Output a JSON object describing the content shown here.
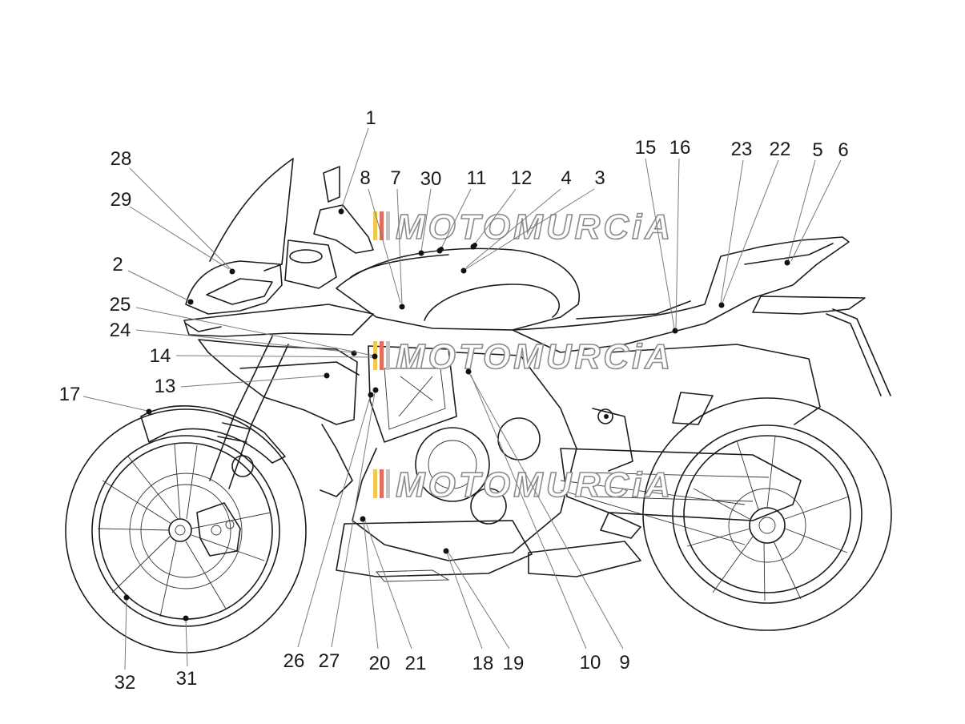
{
  "diagram": {
    "callouts": [
      {
        "id": "1",
        "label": "1"
      },
      {
        "id": "2",
        "label": "2"
      },
      {
        "id": "3",
        "label": "3"
      },
      {
        "id": "4",
        "label": "4"
      },
      {
        "id": "5",
        "label": "5"
      },
      {
        "id": "6",
        "label": "6"
      },
      {
        "id": "7",
        "label": "7"
      },
      {
        "id": "8",
        "label": "8"
      },
      {
        "id": "9",
        "label": "9"
      },
      {
        "id": "10",
        "label": "10"
      },
      {
        "id": "11",
        "label": "11"
      },
      {
        "id": "12",
        "label": "12"
      },
      {
        "id": "13",
        "label": "13"
      },
      {
        "id": "14",
        "label": "14"
      },
      {
        "id": "15",
        "label": "15"
      },
      {
        "id": "16",
        "label": "16"
      },
      {
        "id": "17",
        "label": "17"
      },
      {
        "id": "18",
        "label": "18"
      },
      {
        "id": "19",
        "label": "19"
      },
      {
        "id": "20",
        "label": "20"
      },
      {
        "id": "21",
        "label": "21"
      },
      {
        "id": "22",
        "label": "22"
      },
      {
        "id": "23",
        "label": "23"
      },
      {
        "id": "24",
        "label": "24"
      },
      {
        "id": "25",
        "label": "25"
      },
      {
        "id": "26",
        "label": "26"
      },
      {
        "id": "27",
        "label": "27"
      },
      {
        "id": "28",
        "label": "28"
      },
      {
        "id": "29",
        "label": "29"
      },
      {
        "id": "30",
        "label": "30"
      },
      {
        "id": "31",
        "label": "31"
      },
      {
        "id": "32",
        "label": "32"
      }
    ]
  },
  "watermark": {
    "text": "MOTOMURCiA",
    "stripe_colors": [
      "#f2c94c",
      "#e26d5a",
      "#c4c4c4"
    ]
  }
}
